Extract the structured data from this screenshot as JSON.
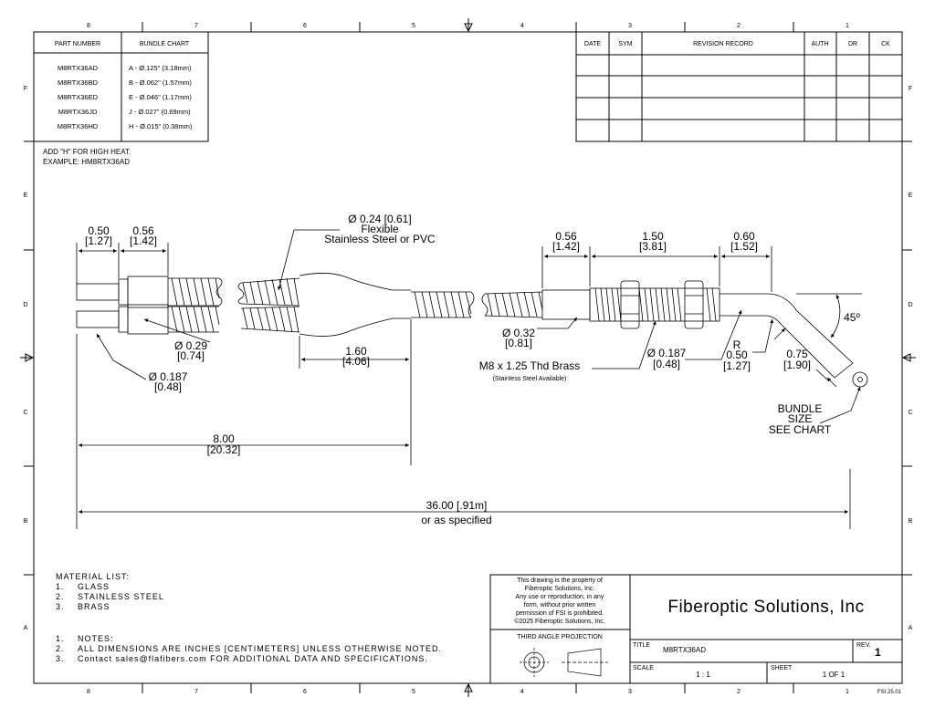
{
  "zones": {
    "columns": [
      "8",
      "7",
      "6",
      "5",
      "4",
      "3",
      "2",
      "1"
    ],
    "rows": [
      "F",
      "E",
      "D",
      "C",
      "B",
      "A"
    ]
  },
  "part_table": {
    "headers": [
      "PART NUMBER",
      "BUNDLE CHART"
    ],
    "rows": [
      [
        "M8RTX36AD",
        "A - Ø.125\" (3.18mm)"
      ],
      [
        "M8RTX36BD",
        "B - Ø.062\" (1.57mm)"
      ],
      [
        "M8RTX36ED",
        "E - Ø.046\" (1.17mm)"
      ],
      [
        "M8RTX36JD",
        "J - Ø.027\" (0.69mm)"
      ],
      [
        "M8RTX36HD",
        "H - Ø.015\" (0.38mm)"
      ]
    ]
  },
  "revision_table": {
    "headers": [
      "DATE",
      "SYM",
      "REVISION RECORD",
      "AUTH",
      "DR",
      "CK"
    ]
  },
  "high_heat_note": [
    "ADD \"H\" FOR HIGH HEAT.",
    "EXAMPLE: HM8RTX36AD"
  ],
  "dimensions": {
    "tip_len": [
      "0.50",
      "[1.27]"
    ],
    "ferrule_len": [
      "0.56",
      "[1.42]"
    ],
    "sheath_dia": [
      "Ø 0.24 [0.61]",
      "Flexible",
      "Stainless Steel or PVC"
    ],
    "ferrule_dia": [
      "Ø 0.29",
      "[0.74]"
    ],
    "tip_dia": [
      "Ø 0.187",
      "[0.48]"
    ],
    "breakout_len": [
      "1.60",
      "[4.06]"
    ],
    "leg_len": [
      "8.00",
      "[20.32]"
    ],
    "overall_len": [
      "36.00 [.91m]",
      "or as specified"
    ],
    "end_ferrule_len": [
      "0.56",
      "[1.42]"
    ],
    "thread_len": [
      "1.50",
      "[3.81]"
    ],
    "probe_len": [
      "0.60",
      "[1.52]"
    ],
    "end_sheath_dia": [
      "Ø 0.32",
      "[0.81]"
    ],
    "thread": [
      "M8 x 1.25 Thd Brass",
      "(Stainless Steel Available)"
    ],
    "probe_dia": [
      "Ø 0.187",
      "[0.48]"
    ],
    "bend_radius": [
      "R",
      "0.50",
      "[1.27]"
    ],
    "tip_after_bend": [
      "0.75",
      "[1.90]"
    ],
    "angle": "45º",
    "bundle": [
      "BUNDLE",
      "SIZE",
      "SEE CHART"
    ]
  },
  "material_list": {
    "title": "MATERIAL LIST:",
    "items": [
      [
        "1.",
        "GLASS"
      ],
      [
        "2.",
        "STAINLESS STEEL"
      ],
      [
        "3.",
        "BRASS"
      ]
    ]
  },
  "notes": {
    "items": [
      [
        "1.",
        "NOTES:"
      ],
      [
        "2.",
        "ALL DIMENSIONS ARE INCHES [CENTIMETERS] UNLESS OTHERWISE NOTED."
      ],
      [
        "3.",
        "Contact sales@flafibers.com FOR ADDITIONAL DATA AND SPECIFICATIONS."
      ]
    ]
  },
  "title_block": {
    "property_notice": [
      "This drawing is the property of",
      "Fiberoptic Solutions, Inc.",
      "Any use or reproduction, in any",
      "form, without prior written",
      "permission of FSI is prohibited.",
      "©2025 Fiberoptic Solutions, Inc."
    ],
    "projection_label": "THIRD ANGLE PROJECTION",
    "company": "Fiberoptic Solutions, Inc",
    "title_label": "TITLE",
    "title_value": "M8RTX36AD",
    "rev_label": "REV.",
    "rev_value": "1",
    "scale_label": "SCALE",
    "scale_value": "1 : 1",
    "sheet_label": "SHEET",
    "sheet_value": "1   OF 1",
    "doc_code": "FSI.25.01"
  }
}
